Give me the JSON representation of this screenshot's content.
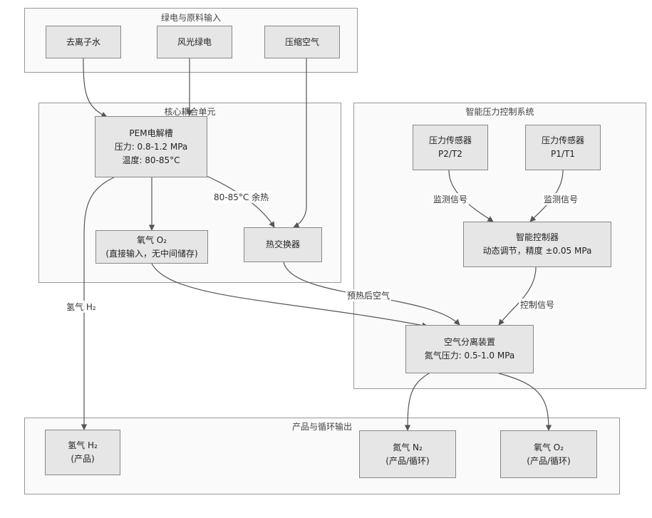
{
  "clusters": {
    "input": {
      "title": "绿电与原料输入"
    },
    "core": {
      "title": "核心耦合单元"
    },
    "control": {
      "title": "智能压力控制系统"
    },
    "output": {
      "title": "产品与循环输出"
    }
  },
  "nodes": {
    "water": {
      "lines": [
        "去离子水"
      ]
    },
    "power": {
      "lines": [
        "风光绿电"
      ]
    },
    "air": {
      "lines": [
        "压缩空气"
      ]
    },
    "pem": {
      "lines": [
        "PEM电解槽",
        "压力: 0.8-1.2 MPa",
        "温度: 80-85°C"
      ]
    },
    "o2_direct": {
      "lines": [
        "氧气 O₂",
        "(直接输入，无中间储存)"
      ]
    },
    "heat_exchanger": {
      "lines": [
        "热交换器"
      ]
    },
    "sensor_p2": {
      "lines": [
        "压力传感器",
        "P2/T2"
      ]
    },
    "sensor_p1": {
      "lines": [
        "压力传感器",
        "P1/T1"
      ]
    },
    "controller": {
      "lines": [
        "智能控制器",
        "动态调节，精度 ±0.05 MPa"
      ]
    },
    "asu": {
      "lines": [
        "空气分离装置",
        "氮气压力: 0.5-1.0 MPa"
      ]
    },
    "h2_out": {
      "lines": [
        "氢气 H₂",
        "(产品)"
      ]
    },
    "n2_out": {
      "lines": [
        "氮气 N₂",
        "(产品/循环)"
      ]
    },
    "o2_out": {
      "lines": [
        "氧气 O₂",
        "(产品/循环)"
      ]
    }
  },
  "edge_labels": {
    "heat": "80-85°C 余热",
    "monitor_left": "监测信号",
    "monitor_right": "监测信号",
    "preheated_air": "预热后空气",
    "control_signal": "控制信号",
    "hydrogen": "氢气 H₂"
  },
  "colors": {
    "node_fill": "#e6e6e6",
    "node_border": "#888888",
    "cluster_fill": "#fafafa",
    "cluster_border": "#999999",
    "edge": "#555555"
  }
}
